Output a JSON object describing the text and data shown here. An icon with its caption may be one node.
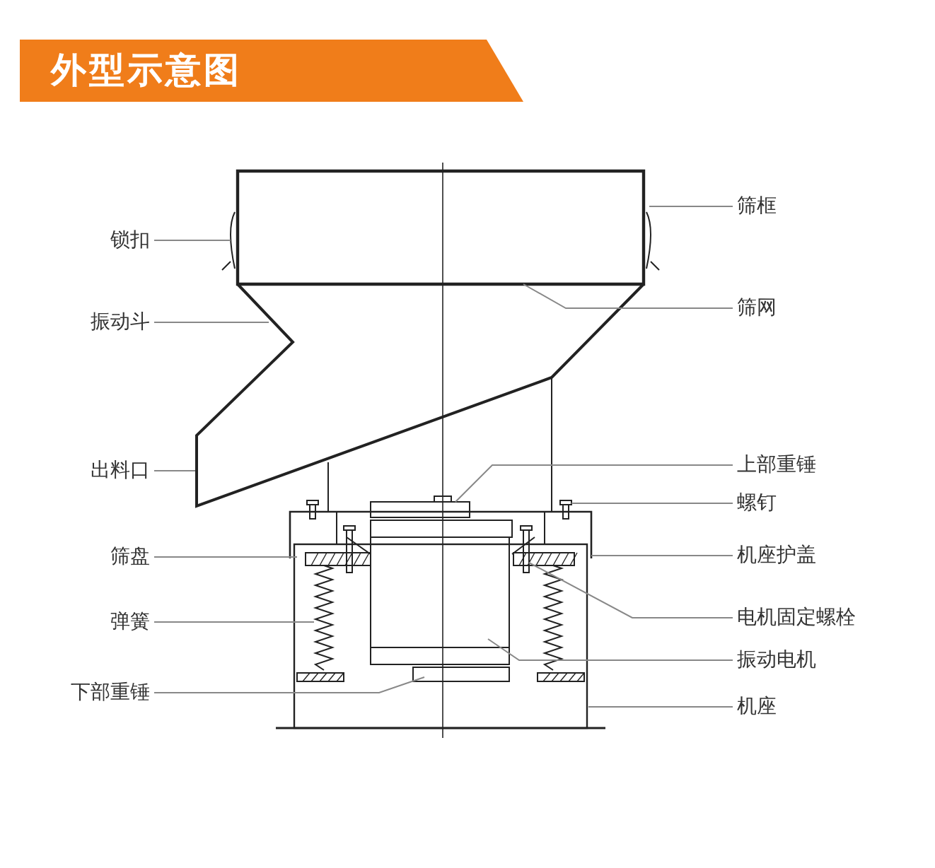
{
  "diagram": {
    "title": "外型示意图",
    "nodes": [
      {
        "text": [
          "锁扣"
        ]
      },
      {
        "text": [
          "振动斗"
        ]
      },
      {
        "text": [
          "出料口"
        ]
      },
      {
        "text": [
          "筛盘"
        ]
      },
      {
        "text": [
          "弹簧"
        ]
      },
      {
        "text": [
          "下部重锤"
        ]
      },
      {
        "text": [
          "筛框"
        ]
      },
      {
        "text": [
          "筛网"
        ]
      },
      {
        "text": [
          "上部重锤"
        ]
      },
      {
        "text": [
          "螺钉"
        ]
      },
      {
        "text": [
          "机座护盖"
        ]
      },
      {
        "text": [
          "电机固定螺栓"
        ]
      },
      {
        "text": [
          "振动电机"
        ]
      },
      {
        "text": [
          "机座"
        ]
      }
    ],
    "edges": [
      {
        "from": 0,
        "to": null,
        "arrow": "none"
      },
      {
        "from": 1,
        "to": null,
        "arrow": "none"
      },
      {
        "from": 2,
        "to": null,
        "arrow": "none"
      },
      {
        "from": 3,
        "to": null,
        "arrow": "none"
      },
      {
        "from": 4,
        "to": null,
        "arrow": "none"
      },
      {
        "from": 5,
        "to": null,
        "arrow": "none"
      },
      {
        "from": 6,
        "to": null,
        "arrow": "none"
      },
      {
        "from": 7,
        "to": null,
        "arrow": "none"
      },
      {
        "from": 8,
        "to": null,
        "arrow": "none"
      },
      {
        "from": 9,
        "to": null,
        "arrow": "none"
      },
      {
        "from": 10,
        "to": null,
        "arrow": "none"
      },
      {
        "from": 11,
        "to": null,
        "arrow": "none"
      },
      {
        "from": 12,
        "to": null,
        "arrow": "none"
      },
      {
        "from": 13,
        "to": null,
        "arrow": "none"
      }
    ]
  }
}
